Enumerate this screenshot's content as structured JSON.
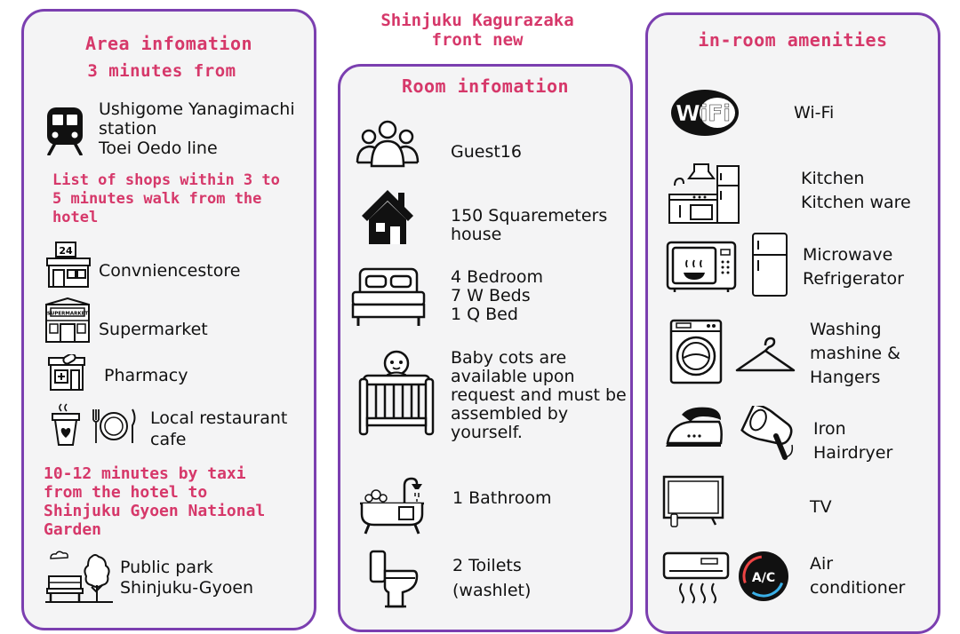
{
  "title_line1": "Shinjuku Kagurazaka",
  "title_line2": "front new",
  "accent_color": "#d6386a",
  "border_color": "#7b3fb0",
  "left": {
    "heading1": "Area infomation",
    "heading2": "3 minutes from",
    "station_line1": "Ushigome Yanagimachi",
    "station_line2": "station",
    "station_line3": "Toei Oedo line",
    "shops_note_line1": "List of shops within 3 to",
    "shops_note_line2": "5 minutes walk from the",
    "shops_note_line3": "hotel",
    "conv": "Convniencestore",
    "conv_sign": "24",
    "super": "Supermarket",
    "super_sign": "SUPERMARKET",
    "pharmacy": "Pharmacy",
    "rest_line1": "Local restaurant",
    "rest_line2": "cafe",
    "taxi_line1": "10-12 minutes by taxi",
    "taxi_line2": "from the hotel to",
    "taxi_line3": "Shinjuku Gyoen National",
    "taxi_line4": "Garden",
    "park_line1": "Public park",
    "park_line2": "Shinjuku-Gyoen"
  },
  "middle": {
    "heading": "Room infomation",
    "guest": "Guest16",
    "size_line1": "150 Squaremeters",
    "size_line2": " house",
    "bed_line1": "4 Bedroom",
    "bed_line2": "7 W Beds",
    "bed_line3": "1 Q Bed",
    "cot_line1": "Baby cots are",
    "cot_line2": "available upon",
    "cot_line3": "request and must be",
    "cot_line4": "assembled by",
    "cot_line5": "yourself.",
    "bath": "1 Bathroom",
    "toilet_line1": "2 Toilets",
    "toilet_line2": "(washlet)"
  },
  "right": {
    "heading": "in-room amenities",
    "wifi": "Wi-Fi",
    "wifi_logo": "WiFi",
    "kitchen_line1": "Kitchen",
    "kitchen_line2": "Kitchen ware",
    "micro_line1": "Microwave",
    "micro_line2": "Refrigerator",
    "wash_line1": "Washing",
    "wash_line2": "mashine &",
    "wash_line3": "Hangers",
    "iron_line1": "Iron",
    "iron_line2": "Hairdryer",
    "tv": "TV",
    "ac_line1": "Air",
    "ac_line2": "conditioner",
    "ac_badge": "A/C"
  }
}
